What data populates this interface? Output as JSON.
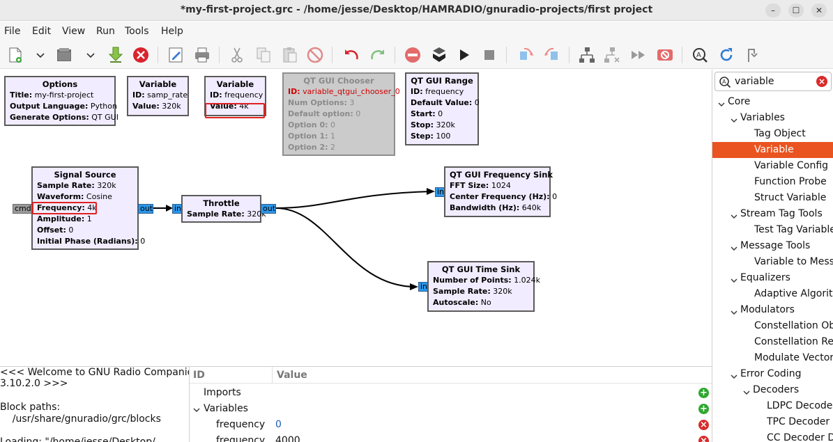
{
  "window": {
    "title": "*my-first-project.grc - /home/jesse/Desktop/HAMRADIO/gnuradio-projects/first project",
    "minimize_icon": "–",
    "maximize_icon": "☐",
    "close_icon": "✕"
  },
  "menu": [
    "File",
    "Edit",
    "View",
    "Run",
    "Tools",
    "Help"
  ],
  "blocks": {
    "options": {
      "title": "Options",
      "rows": [
        {
          "k": "Title:",
          "v": " my-first-project"
        },
        {
          "k": "Output Language:",
          "v": " Python"
        },
        {
          "k": "Generate Options:",
          "v": " QT GUI"
        }
      ]
    },
    "var_samp": {
      "title": "Variable",
      "rows": [
        {
          "k": "ID:",
          "v": " samp_rate"
        },
        {
          "k": "Value:",
          "v": " 320k"
        }
      ]
    },
    "var_freq": {
      "title": "Variable",
      "rows": [
        {
          "k": "ID:",
          "v": " frequency"
        },
        {
          "k": "Value:",
          "v": " 4k"
        }
      ]
    },
    "chooser": {
      "title": "QT GUI Chooser",
      "rows": [
        {
          "k": "ID:",
          "v": " variable_qtgui_chooser_0"
        },
        {
          "k": "Num Options:",
          "v": " 3"
        },
        {
          "k": "Default option:",
          "v": " 0"
        },
        {
          "k": "Option 0:",
          "v": " 0"
        },
        {
          "k": "Option 1:",
          "v": " 1"
        },
        {
          "k": "Option 2:",
          "v": " 2"
        }
      ]
    },
    "range": {
      "title": "QT GUI Range",
      "rows": [
        {
          "k": "ID:",
          "v": " frequency"
        },
        {
          "k": "Default Value:",
          "v": " 0"
        },
        {
          "k": "Start:",
          "v": " 0"
        },
        {
          "k": "Stop:",
          "v": " 320k"
        },
        {
          "k": "Step:",
          "v": " 100"
        }
      ]
    },
    "signal": {
      "title": "Signal Source",
      "rows": [
        {
          "k": "Sample Rate:",
          "v": " 320k"
        },
        {
          "k": "Waveform:",
          "v": " Cosine"
        },
        {
          "k": "Frequency:",
          "v": " 4k"
        },
        {
          "k": "Amplitude:",
          "v": " 1"
        },
        {
          "k": "Offset:",
          "v": " 0"
        },
        {
          "k": "Initial Phase (Radians):",
          "v": " 0"
        }
      ]
    },
    "throttle": {
      "title": "Throttle",
      "rows": [
        {
          "k": "Sample Rate:",
          "v": " 320k"
        }
      ]
    },
    "freqsink": {
      "title": "QT GUI Frequency Sink",
      "rows": [
        {
          "k": "FFT Size:",
          "v": " 1024"
        },
        {
          "k": "Center Frequency (Hz):",
          "v": " 0"
        },
        {
          "k": "Bandwidth (Hz):",
          "v": " 640k"
        }
      ]
    },
    "timesink": {
      "title": "QT GUI Time Sink",
      "rows": [
        {
          "k": "Number of Points:",
          "v": " 1.024k"
        },
        {
          "k": "Sample Rate:",
          "v": " 320k"
        },
        {
          "k": "Autoscale:",
          "v": " No"
        }
      ]
    }
  },
  "ports": {
    "cmd": "cmd",
    "out": "out",
    "in": "in"
  },
  "console": {
    "lines": [
      "<<< Welcome to GNU Radio Companion",
      "3.10.2.0 >>>",
      "",
      "Block paths:",
      "    /usr/share/gnuradio/grc/blocks",
      "",
      "Loading: \"/home/jesse/Desktop/"
    ]
  },
  "variables_panel": {
    "col_id": "ID",
    "col_value": "Value",
    "imports": "Imports",
    "variables": "Variables",
    "rows": [
      {
        "id": "frequency",
        "value": "0"
      },
      {
        "id": "frequency",
        "value": "4000"
      }
    ]
  },
  "sidebar": {
    "search_value": "variable",
    "tree": [
      {
        "label": "Core",
        "level": 0,
        "expander": true
      },
      {
        "label": "Variables",
        "level": 1,
        "expander": true
      },
      {
        "label": "Tag Object",
        "level": 2,
        "expander": false
      },
      {
        "label": "Variable",
        "level": 2,
        "expander": false,
        "selected": true
      },
      {
        "label": "Variable Config",
        "level": 2,
        "expander": false
      },
      {
        "label": "Function Probe",
        "level": 2,
        "expander": false
      },
      {
        "label": "Struct Variable",
        "level": 2,
        "expander": false
      },
      {
        "label": "Stream Tag Tools",
        "level": 1,
        "expander": true
      },
      {
        "label": "Test Tag Variable",
        "level": 2,
        "expander": false
      },
      {
        "label": "Message Tools",
        "level": 1,
        "expander": true
      },
      {
        "label": "Variable to Mess",
        "level": 2,
        "expander": false
      },
      {
        "label": "Equalizers",
        "level": 1,
        "expander": true
      },
      {
        "label": "Adaptive Algorith",
        "level": 2,
        "expander": false
      },
      {
        "label": "Modulators",
        "level": 1,
        "expander": true
      },
      {
        "label": "Constellation Obj",
        "level": 2,
        "expander": false
      },
      {
        "label": "Constellation Rec",
        "level": 2,
        "expander": false
      },
      {
        "label": "Modulate Vector",
        "level": 2,
        "expander": false
      },
      {
        "label": "Error Coding",
        "level": 1,
        "expander": true
      },
      {
        "label": "Decoders",
        "level": 2,
        "expander": true
      },
      {
        "label": "LDPC Decoder",
        "level": 3,
        "expander": false
      },
      {
        "label": "TPC Decoder D",
        "level": 3,
        "expander": false
      },
      {
        "label": "CC Decoder D",
        "level": 3,
        "expander": false
      }
    ]
  },
  "colors": {
    "selection": "#e95420",
    "port": "#2c96e8",
    "highlight": "#e02020",
    "block_bg": "#f1ecff",
    "add_icon": "#2ea82e",
    "remove_icon": "#d92b2b"
  },
  "icons": {
    "toolbar": [
      "new-icon",
      "new-dropdown-icon",
      "open-icon",
      "open-dropdown-icon",
      "save-icon",
      "close-icon",
      "block-params-icon",
      "print-icon",
      "cut-icon",
      "copy-icon",
      "paste-icon",
      "delete-icon",
      "undo-icon",
      "redo-icon",
      "disable-icon",
      "generate-icon",
      "execute-icon",
      "stop-icon",
      "rotate-ccw-icon",
      "rotate-cw-icon",
      "create-hier-icon",
      "open-hier-icon",
      "bypass-icon",
      "kill-icon",
      "find-icon",
      "reload-icon",
      "connect-icon"
    ]
  }
}
